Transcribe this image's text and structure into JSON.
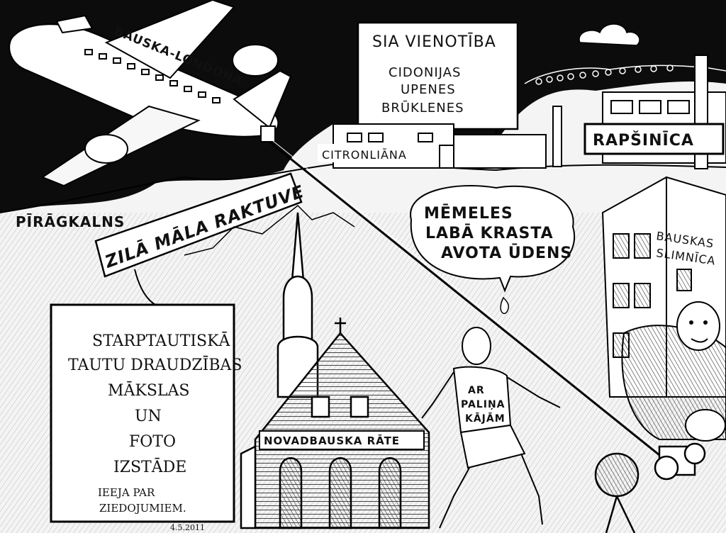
{
  "plane": {
    "label": "BAUSKA-LONDONA"
  },
  "billboard_top": {
    "title": "SIA VIENOTĪBA",
    "lines": [
      "CIDONIJAS",
      "UPENES",
      "BRŪKLENES"
    ]
  },
  "factory_left": {
    "label": "CITRONLIĀNA"
  },
  "factory_right": {
    "label": "RAPŠINĪCA"
  },
  "hill": {
    "label": "PĪRĀGKALNS"
  },
  "mine_sign": {
    "label": "ZILĀ MĀLA RAKTUVE"
  },
  "speech_bubble": {
    "lines": [
      "MĒMELES",
      "LABĀ KRASTA",
      "AVOTA ŪDENS"
    ]
  },
  "hospital": {
    "lines": [
      "BAUSKAS",
      "SLIMNĪCA"
    ]
  },
  "exhibition_sign": {
    "lines": [
      "STARPTAUTISKĀ",
      "TAUTU DRAUDZĪBAS",
      "MĀKSLAS",
      "UN",
      "FOTO",
      "IZSTĀDE"
    ],
    "footer": [
      "IEEJA PAR",
      "ZIEDOJUMIEM."
    ]
  },
  "town_hall": {
    "label": "NOVADBAUSKA RĀTE"
  },
  "runner_shirt": {
    "lines": [
      "AR",
      "PALIŅA",
      "KĀJĀM"
    ]
  },
  "signature": {
    "text": "4.5.2011"
  }
}
